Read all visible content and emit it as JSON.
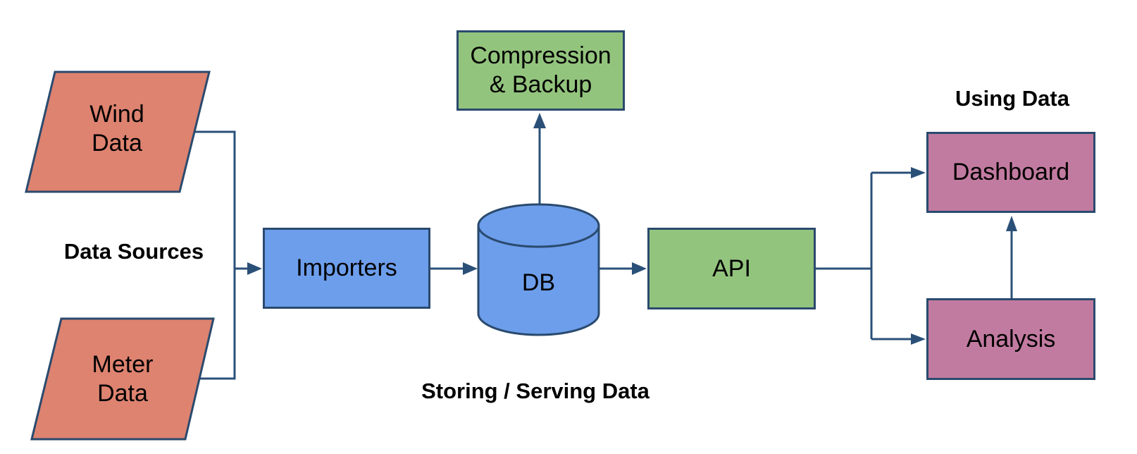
{
  "diagram": {
    "section_labels": {
      "data_sources": "Data Sources",
      "storing_serving": "Storing / Serving Data",
      "using_data": "Using Data"
    },
    "nodes": {
      "wind_data": {
        "shape": "parallelogram",
        "fill": "#DD8370",
        "lines": [
          "Wind",
          "Data"
        ]
      },
      "meter_data": {
        "shape": "parallelogram",
        "fill": "#DD8370",
        "lines": [
          "Meter",
          "Data"
        ]
      },
      "importers": {
        "shape": "rectangle",
        "fill": "#6D9EEB",
        "label": "Importers"
      },
      "db": {
        "shape": "cylinder",
        "fill": "#6D9EEB",
        "label": "DB"
      },
      "compression_backup": {
        "shape": "rectangle",
        "fill": "#93C47D",
        "lines": [
          "Compression",
          "& Backup"
        ]
      },
      "api": {
        "shape": "rectangle",
        "fill": "#93C47D",
        "label": "API"
      },
      "dashboard": {
        "shape": "rectangle",
        "fill": "#C27BA0",
        "label": "Dashboard"
      },
      "analysis": {
        "shape": "rectangle",
        "fill": "#C27BA0",
        "label": "Analysis"
      }
    },
    "edges": [
      {
        "from": "wind_data",
        "to": "importers"
      },
      {
        "from": "meter_data",
        "to": "importers"
      },
      {
        "from": "importers",
        "to": "db"
      },
      {
        "from": "db",
        "to": "compression_backup"
      },
      {
        "from": "db",
        "to": "api"
      },
      {
        "from": "api",
        "to": "dashboard"
      },
      {
        "from": "api",
        "to": "analysis"
      },
      {
        "from": "analysis",
        "to": "dashboard"
      }
    ],
    "colors": {
      "background": "#ffffff",
      "source_fill": "#DD8370",
      "storage_fill": "#6D9EEB",
      "service_fill": "#93C47D",
      "usage_fill": "#C27BA0",
      "line_stroke": "#2B5078",
      "shape_border": "#2A4A6E",
      "text": "#000000"
    }
  }
}
